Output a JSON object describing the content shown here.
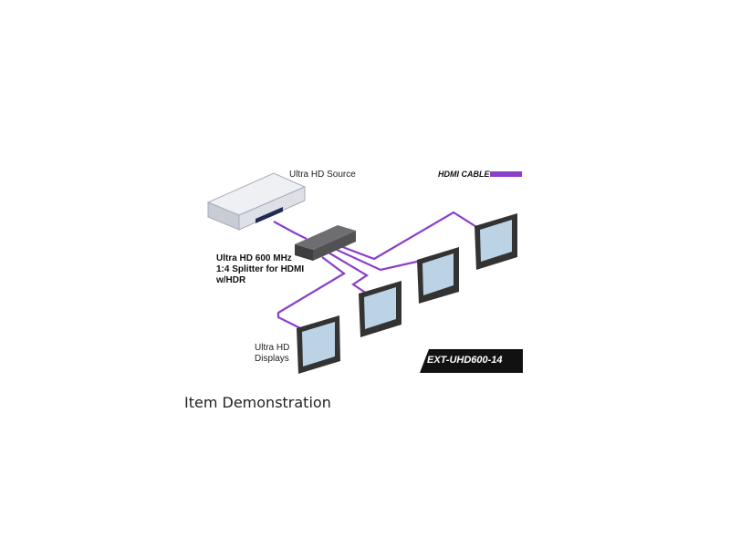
{
  "labels": {
    "source": "Ultra HD Source",
    "splitter": [
      "Ultra HD 600 MHz",
      "1:4 Splitter for HDMI",
      "w/HDR"
    ],
    "displays": [
      "Ultra HD",
      "Displays"
    ],
    "legend": "HDMI CABLE",
    "model": "EXT-UHD600-14"
  },
  "colors": {
    "cable": "#8a3fc9"
  },
  "caption": "Item Demonstration"
}
